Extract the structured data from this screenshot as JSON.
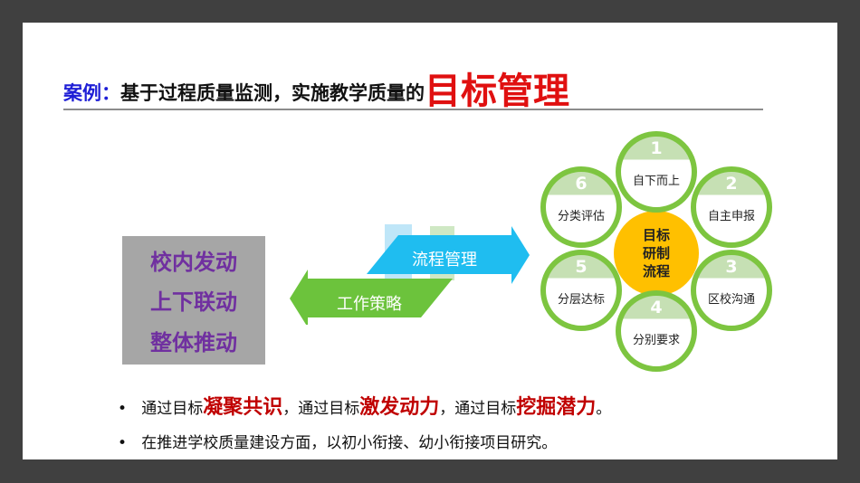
{
  "title": {
    "label": "案例：",
    "text": "基于过程质量监测，实施教学质量的",
    "highlight": "目标管理"
  },
  "left_box": [
    "校内发动",
    "上下联动",
    "整体推动"
  ],
  "arrows": {
    "top": "流程管理",
    "bottom": "工作策略"
  },
  "cycle": {
    "center": [
      "目标",
      "研制",
      "流程"
    ],
    "steps": [
      {
        "n": "1",
        "label": "自下而上"
      },
      {
        "n": "2",
        "label": "自主申报"
      },
      {
        "n": "3",
        "label": "区校沟通"
      },
      {
        "n": "4",
        "label": "分别要求"
      },
      {
        "n": "5",
        "label": "分层达标"
      },
      {
        "n": "6",
        "label": "分类评估"
      }
    ]
  },
  "bullets": {
    "b1": {
      "p1": "通过目标",
      "h1": "凝聚共识",
      "p2": "，通过目标",
      "h2": "激发动力",
      "p3": "，通过目标",
      "h3": "挖掘潜力",
      "p4": "。"
    },
    "b2": "在推进学校质量建设方面，以初小衔接、幼小衔接项目研究。"
  },
  "colors": {
    "accent_red": "#e01010",
    "purple": "#7030a0",
    "green": "#7dc540",
    "blue": "#1fbdf0",
    "orange": "#ffc000"
  }
}
